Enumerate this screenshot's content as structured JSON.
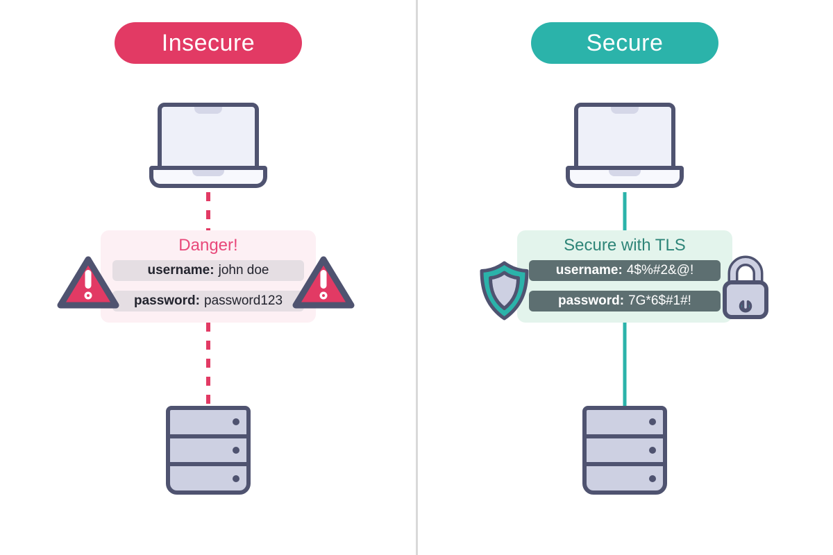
{
  "colors": {
    "insecure_accent": "#e23a64",
    "secure_accent": "#2bb3aa",
    "outline": "#4f5370",
    "danger_title": "#e8487a",
    "secure_title": "#2e8578",
    "insecure_box_bg": "#fdf0f4",
    "secure_box_bg": "#e3f4ec",
    "insecure_row_bg": "#e5dee3",
    "secure_row_bg": "#5d6f71",
    "insecure_row_text": "#23242e",
    "secure_row_text": "#ffffff",
    "device_fill": "#cdd0e2",
    "screen_fill": "#eef0f9",
    "base_fill": "#f7f8fd",
    "notch_fill": "#d5d7e8",
    "divider": "#d9d9d9"
  },
  "panels": [
    {
      "badge": "Insecure",
      "connection": "dashed",
      "top_device": "laptop",
      "bottom_device": "server",
      "box": {
        "title": "Danger!",
        "rows": [
          {
            "label": "username:",
            "value": "john doe"
          },
          {
            "label": "password:",
            "value": "password123"
          }
        ]
      },
      "icons": {
        "left": "warning-triangle",
        "right": "warning-triangle"
      }
    },
    {
      "badge": "Secure",
      "connection": "solid",
      "top_device": "laptop",
      "bottom_device": "server",
      "box": {
        "title": "Secure with TLS",
        "rows": [
          {
            "label": "username:",
            "value": "4$%#2&@!"
          },
          {
            "label": "password:",
            "value": "7G*6$#1#!"
          }
        ]
      },
      "icons": {
        "left": "shield",
        "right": "padlock"
      }
    }
  ]
}
